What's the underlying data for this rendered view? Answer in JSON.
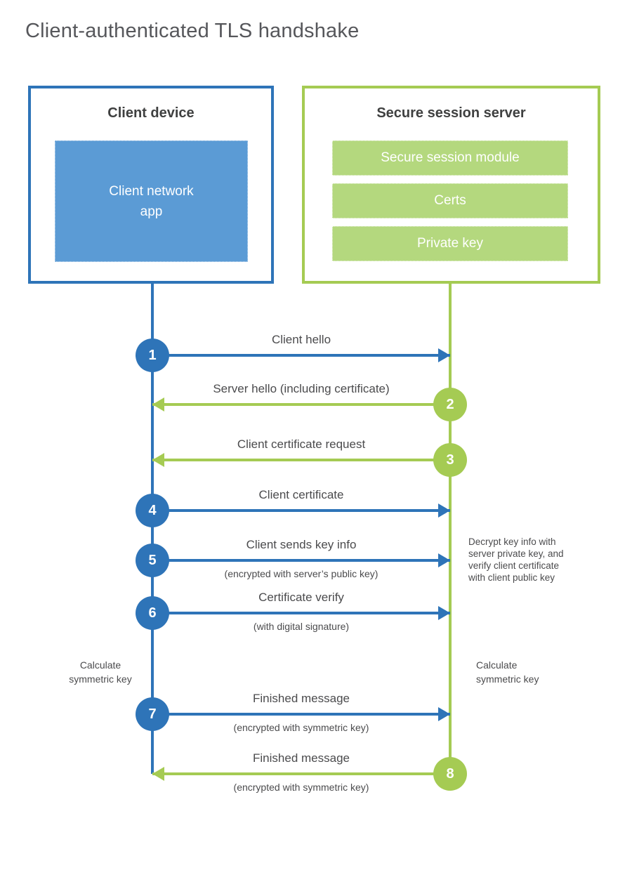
{
  "title": "Client-authenticated TLS handshake",
  "colors": {
    "client_accent": "#2e74b8",
    "client_fill": "#5b9bd5",
    "server_accent": "#a5cb53",
    "server_fill": "#b4d87e",
    "text_dark": "#3f4040",
    "text_gray": "#4b4b4d"
  },
  "client_box": {
    "title": "Client device",
    "app_lines": {
      "0": "Client network",
      "1": "app"
    }
  },
  "server_box": {
    "title": "Secure session server",
    "modules": {
      "0": "Secure session module",
      "1": "Certs",
      "2": "Private key"
    }
  },
  "steps": [
    {
      "number": "1",
      "label": "Client hello",
      "sublabel": "",
      "from": "client",
      "to": "server",
      "color": "blue"
    },
    {
      "number": "2",
      "label": "Server hello (including certificate)",
      "sublabel": "",
      "from": "server",
      "to": "client",
      "color": "green"
    },
    {
      "number": "3",
      "label": "Client certificate request",
      "sublabel": "",
      "from": "server",
      "to": "client",
      "color": "green"
    },
    {
      "number": "4",
      "label": "Client certificate",
      "sublabel": "",
      "from": "client",
      "to": "server",
      "color": "blue"
    },
    {
      "number": "5",
      "label": "Client sends key info",
      "sublabel": "(encrypted with server’s public key)",
      "from": "client",
      "to": "server",
      "color": "blue"
    },
    {
      "number": "6",
      "label": "Certificate verify",
      "sublabel": "(with digital signature)",
      "from": "client",
      "to": "server",
      "color": "blue"
    },
    {
      "number": "7",
      "label": "Finished message",
      "sublabel": "(encrypted with symmetric key)",
      "from": "client",
      "to": "server",
      "color": "blue"
    },
    {
      "number": "8",
      "label": "Finished message",
      "sublabel": "(encrypted with symmetric key)",
      "from": "server",
      "to": "client",
      "color": "green"
    }
  ],
  "annotations": {
    "server_note_lines": {
      "0": "Decrypt key info with",
      "1": "server private key, and",
      "2": "verify client certificate",
      "3": "with client public key"
    },
    "calc_left_lines": {
      "0": "Calculate",
      "1": "symmetric key"
    },
    "calc_right_lines": {
      "0": "Calculate",
      "1": "symmetric key"
    }
  }
}
